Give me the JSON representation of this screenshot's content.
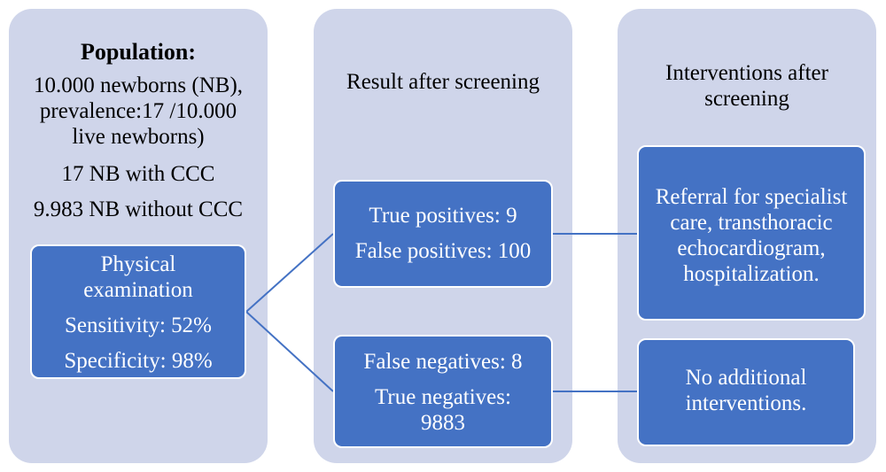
{
  "population": {
    "title": "Population:",
    "line1": "10.000  newborns (NB),",
    "line2": "prevalence:17 /10.000",
    "line3": "live newborns)",
    "line4": "17 NB with CCC",
    "line5": "9.983 NB without CCC"
  },
  "exam": {
    "line1": "Physical",
    "line2": "examination",
    "sensitivity": "Sensitivity: 52%",
    "specificity": "Specificity: 98%"
  },
  "result": {
    "title": "Result after screening",
    "positives_box": {
      "true_positives": "True positives: 9",
      "false_positives": "False positives: 100"
    },
    "negatives_box": {
      "false_negatives": "False negatives: 8",
      "true_negatives_line1": "True negatives:",
      "true_negatives_line2": "9883"
    }
  },
  "interventions": {
    "title_line1": "Interventions after",
    "title_line2": "screening",
    "referral": {
      "line1": "Referral for specialist",
      "line2": "care, transthoracic",
      "line3": "echocardiogram,",
      "line4": "hospitalization."
    },
    "none": {
      "line1": "No additional",
      "line2": "interventions."
    }
  },
  "colors": {
    "panel": "#cfd5ea",
    "box": "#4472c4",
    "connector": "#4472c4"
  }
}
